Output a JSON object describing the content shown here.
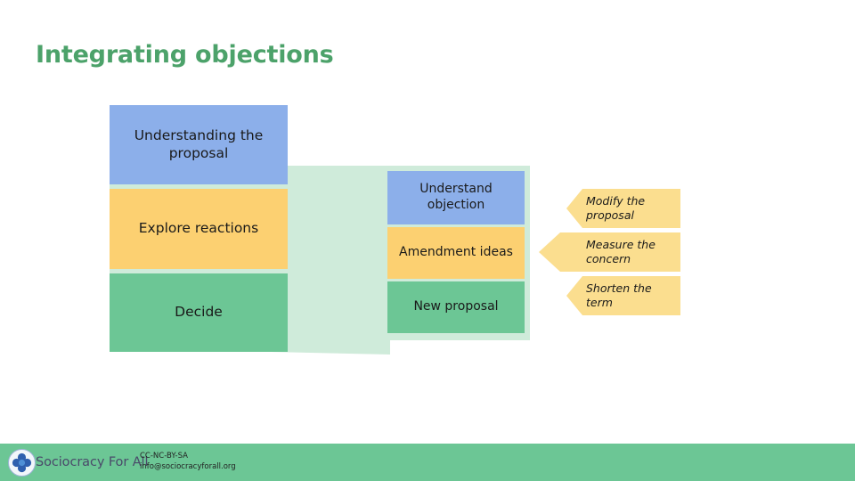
{
  "slide": {
    "title": "Integrating objections",
    "title_color": "#4CA26A",
    "background": "#ffffff"
  },
  "palette": {
    "blue": "#8CAFEA",
    "yellow": "#FCD071",
    "green": "#6CC695",
    "light_green_panel": "#CFEBDA",
    "light_yellow_arrow": "#FBDE8F",
    "text": "#1a1a1a"
  },
  "process_stages": {
    "items": [
      {
        "label": "Understanding the proposal",
        "color": "#8CAFEA"
      },
      {
        "label": "Explore reactions",
        "color": "#FCD071"
      },
      {
        "label": "Decide",
        "color": "#6CC695"
      }
    ]
  },
  "detail_steps": {
    "items": [
      {
        "label": "Understand objection",
        "color": "#8CAFEA"
      },
      {
        "label": "Amendment ideas",
        "color": "#FCD071"
      },
      {
        "label": "New proposal",
        "color": "#6CC695"
      }
    ]
  },
  "callouts": {
    "items": [
      {
        "line1": "Modify the",
        "line2": "proposal"
      },
      {
        "line1": "Measure the",
        "line2": "concern"
      },
      {
        "line1": "Shorten the",
        "line2": "term"
      }
    ]
  },
  "footer": {
    "brand": "Sociocracy For All",
    "license": "CC-NC-BY-SA",
    "email": "info@sociocracyforall.org",
    "band_color": "#6CC695"
  }
}
